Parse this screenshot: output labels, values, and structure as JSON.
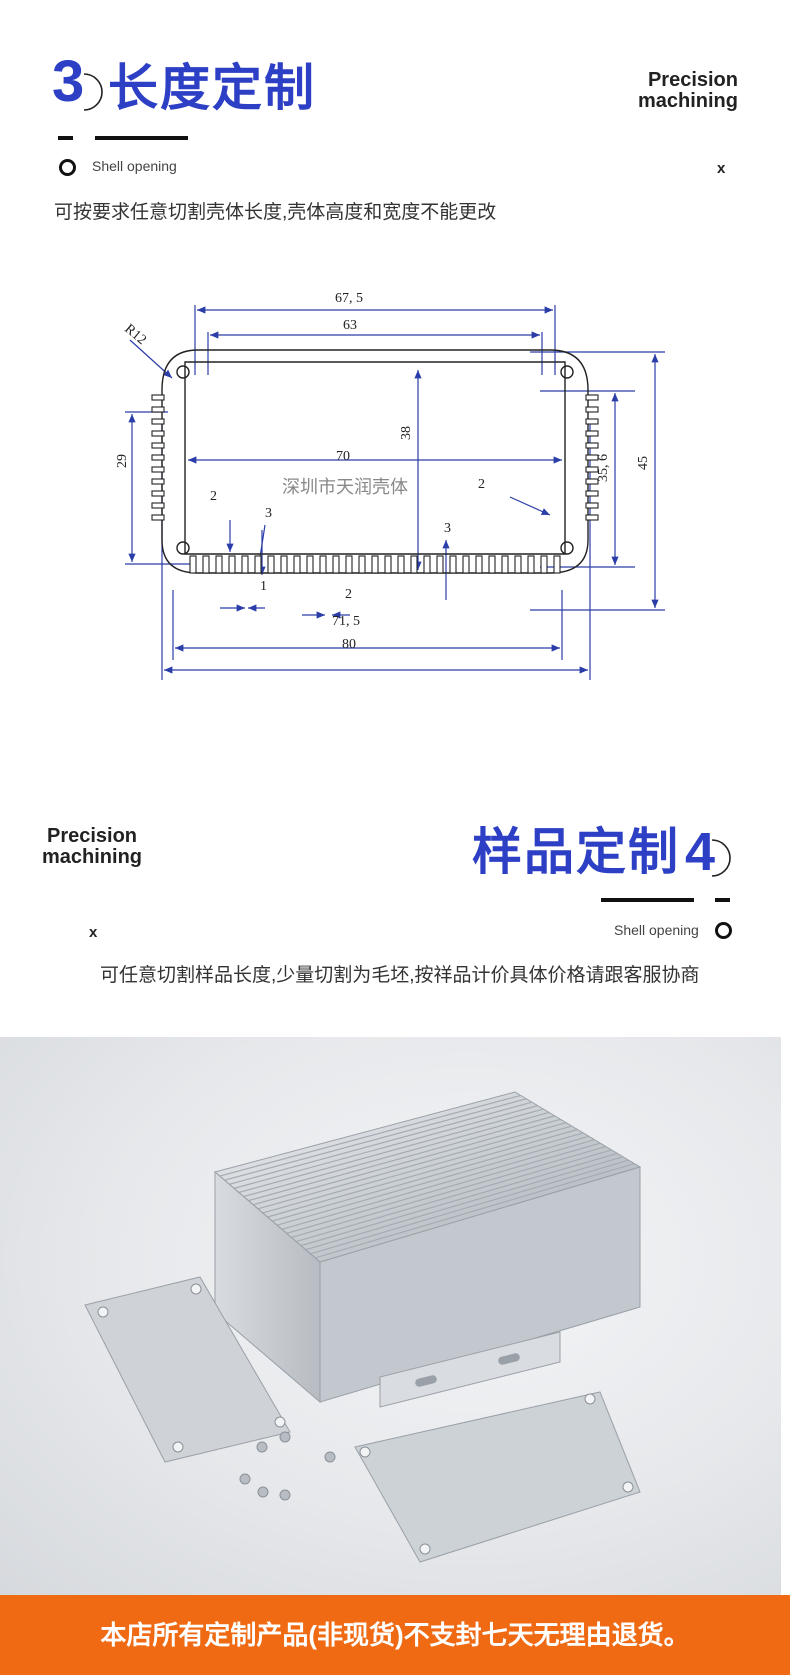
{
  "section3": {
    "number": "3",
    "title": "长度定制",
    "precision_line1": "Precision",
    "precision_line2": "machining",
    "shell_opening": "Shell opening",
    "x_mark": "x",
    "description": "可按要求任意切割壳体长度,壳体高度和宽度不能更改"
  },
  "drawing": {
    "watermark": "深圳市天润壳体",
    "dims": {
      "top_outer": "67, 5",
      "top_inner": "63",
      "radius": "R12",
      "left_height": "29",
      "center_height": "38",
      "center_width": "70",
      "right_height_inner": "35, 6",
      "right_height_outer": "45",
      "slot_a": "2",
      "slot_b": "3",
      "slot_c": "3",
      "slot_d": "2",
      "fin_gap": "1",
      "fin_width": "2",
      "bottom_inner": "71, 5",
      "bottom_outer": "80"
    }
  },
  "section4": {
    "number": "4",
    "title": "样品定制",
    "precision_line1": "Precision",
    "precision_line2": "machining",
    "shell_opening": "Shell opening",
    "x_mark": "x",
    "description": "可任意切割样品长度,少量切割为毛坯,按祥品计价具体价格请跟客服协商"
  },
  "banner": {
    "text": "本店所有定制产品(非现货)不支封七天无理由退货。"
  },
  "colors": {
    "accent_blue": "#2d3fc4",
    "drawing_line": "#2b3da8",
    "banner_orange": "#ef6a13"
  }
}
